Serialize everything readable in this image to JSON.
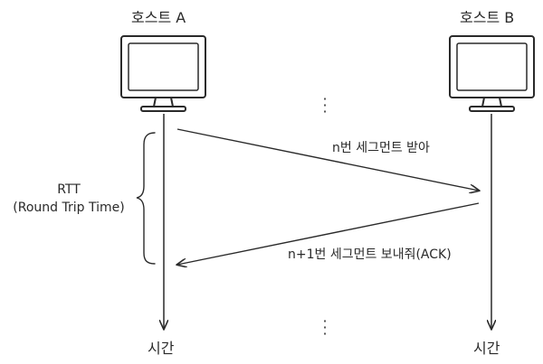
{
  "hosts": {
    "a": {
      "label": "호스트 A",
      "icon": "monitor-icon"
    },
    "b": {
      "label": "호스트 B",
      "icon": "monitor-icon"
    }
  },
  "timelines": {
    "a_label": "시간",
    "b_label": "시간"
  },
  "messages": {
    "send": "n번 세그먼트 받아",
    "ack": "n+1번 세그먼트 보내줘(ACK)"
  },
  "rtt": {
    "line1": "RTT",
    "line2": "(Round Trip Time)"
  },
  "colors": {
    "stroke": "#2a2a2a",
    "screen": "#ffffff"
  }
}
